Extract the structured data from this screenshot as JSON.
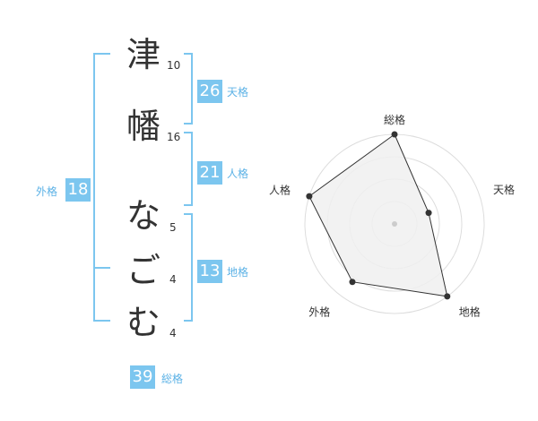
{
  "name": {
    "characters": [
      {
        "char": "津",
        "strokes": "10"
      },
      {
        "char": "幡",
        "strokes": "16"
      },
      {
        "char": "な",
        "strokes": "5"
      },
      {
        "char": "ご",
        "strokes": "4"
      },
      {
        "char": "む",
        "strokes": "4"
      }
    ]
  },
  "kakusu": {
    "tenkaku": {
      "value": "26",
      "label": "天格"
    },
    "jinkaku": {
      "value": "21",
      "label": "人格"
    },
    "chikaku": {
      "value": "13",
      "label": "地格"
    },
    "gaikaku": {
      "value": "18",
      "label": "外格"
    },
    "soukaku": {
      "value": "39",
      "label": "総格"
    }
  },
  "colors": {
    "accent": "#7cc6ef",
    "accent_text": "#5cb2e6",
    "text": "#333333",
    "radar_fill": "#f0f0f0",
    "radar_grid": "#dddddd"
  },
  "chart_data": {
    "type": "radar",
    "axes": [
      "総格",
      "天格",
      "地格",
      "外格",
      "人格"
    ],
    "values": [
      5,
      2,
      5,
      4,
      5
    ],
    "range": [
      0,
      5
    ],
    "rings": 4,
    "grid": true
  }
}
